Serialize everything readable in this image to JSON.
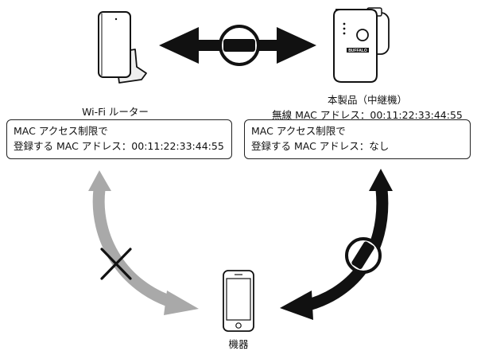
{
  "router": {
    "label": "Wi-Fi ルーター",
    "box_line1": "MAC アクセス制限で",
    "box_line2": "登録する MAC アドレス：00:11:22:33:44:55"
  },
  "extender": {
    "label_line1": "本製品（中継機）",
    "label_line2": "無線 MAC アドレス：00:11:22:33:44:55",
    "box_line1": "MAC アクセス制限で",
    "box_line2": "登録する MAC アドレス：なし",
    "brand": "BUFFALO"
  },
  "device": {
    "label": "機器"
  },
  "connections": {
    "router_extender": "allowed",
    "router_device": "blocked",
    "extender_device": "allowed"
  },
  "colors": {
    "black_arrow": "#111111",
    "gray_arrow": "#a9a9a9"
  }
}
